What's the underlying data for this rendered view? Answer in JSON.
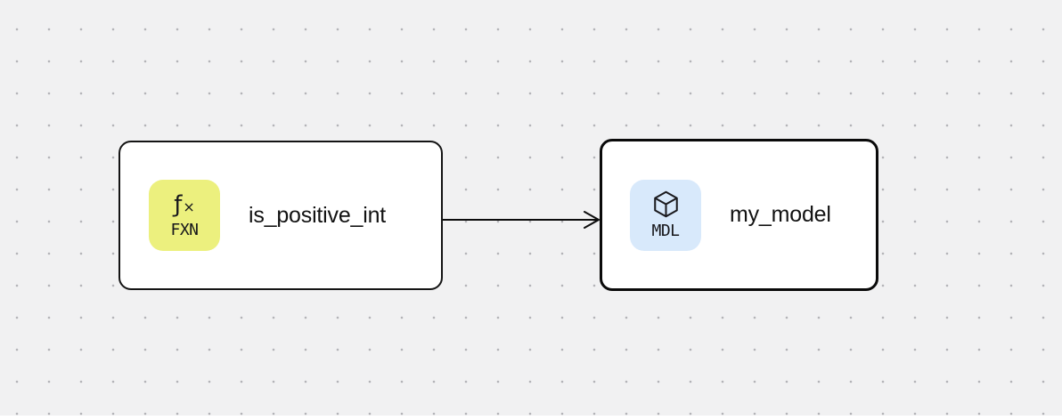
{
  "canvas": {
    "background_color": "#f1f1f2",
    "dot_color": "#b4b4b8"
  },
  "graph": {
    "nodes": [
      {
        "label": "is_positive_int",
        "type": "function",
        "badge_glyph_f": "ƒ",
        "badge_glyph_x": "×",
        "badge_tag": "FXN",
        "badge_color": "#ecf07e",
        "badge_icon": "function-icon",
        "selected": false
      },
      {
        "label": "my_model",
        "type": "model",
        "badge_tag": "MDL",
        "badge_color": "#d8e9fb",
        "badge_icon": "cube-icon",
        "selected": true
      }
    ],
    "edges": [
      {
        "from": "is_positive_int",
        "to": "my_model",
        "direction": "right"
      }
    ]
  }
}
